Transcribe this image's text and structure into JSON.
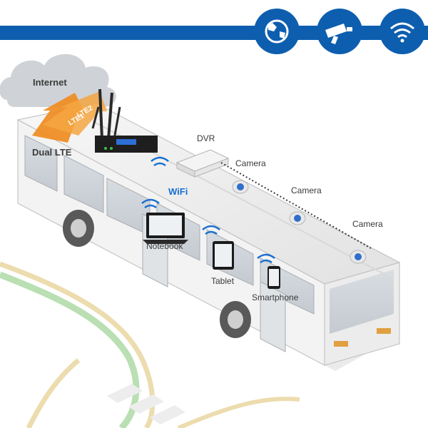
{
  "header": {
    "icons": [
      {
        "name": "globe-icon",
        "color": "#0d5eaf"
      },
      {
        "name": "cctv-camera-icon",
        "color": "#0d5eaf"
      },
      {
        "name": "wifi-icon",
        "color": "#0d5eaf"
      }
    ],
    "bar_color": "#0d5eaf"
  },
  "labels": {
    "internet": "Internet",
    "dual_lte": "Dual LTE",
    "lte1": "LTE1",
    "lte2": "LTE2",
    "dvr": "DVR",
    "wifi": "WiFi",
    "camera_1": "Camera",
    "camera_2": "Camera",
    "camera_3": "Camera",
    "notebook": "Notebook",
    "tablet": "Tablet",
    "smartphone": "Smartphone"
  },
  "colors": {
    "accent_blue": "#1a6fd0",
    "lte_orange": "#f08a1c",
    "road_green": "#b9dfb2",
    "road_beige": "#ecdcae"
  }
}
